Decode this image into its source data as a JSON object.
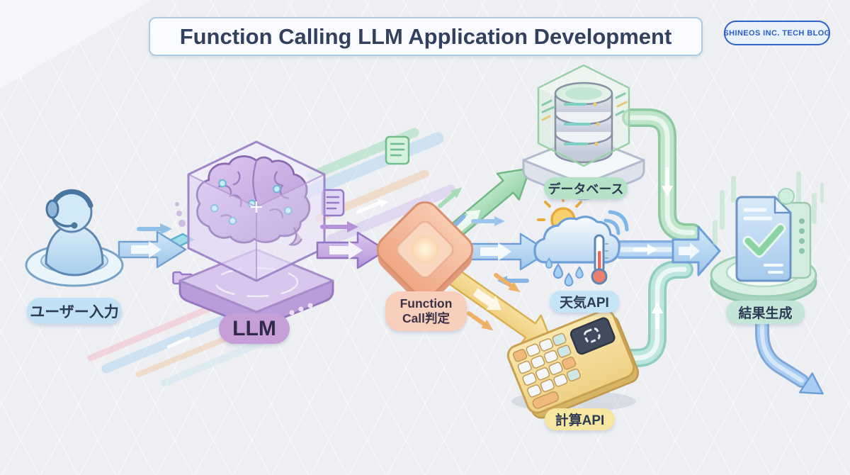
{
  "header": {
    "title": "Function Calling LLM Application Development",
    "badge": "SHINEOS INC. TECH BLOG"
  },
  "nodes": {
    "user_input": {
      "label": "ユーザー入力"
    },
    "llm": {
      "label": "LLM"
    },
    "function_call": {
      "label_line1": "Function",
      "label_line2": "Call判定"
    },
    "database": {
      "label": "データベース"
    },
    "weather_api": {
      "label": "天気API"
    },
    "calc_api": {
      "label": "計算API"
    },
    "result": {
      "label": "結果生成"
    }
  },
  "colors": {
    "background": "#edeff3",
    "title_text": "#31415e",
    "title_border": "#abcbe6",
    "badge_blue": "#2e62c8",
    "user_accent": "#c2e1f4",
    "llm_accent": "#c79fd8",
    "function_accent": "#f8cfba",
    "database_accent": "#b6e2c6",
    "weather_accent": "#c5e4f6",
    "calc_accent": "#f6e6a0",
    "result_accent": "#c4e6d9",
    "arrow_blue": "#a9cdf2",
    "arrow_purple": "#c2a3e0",
    "arrow_green": "#9cd8ae",
    "arrow_yellow": "#f2d386"
  }
}
